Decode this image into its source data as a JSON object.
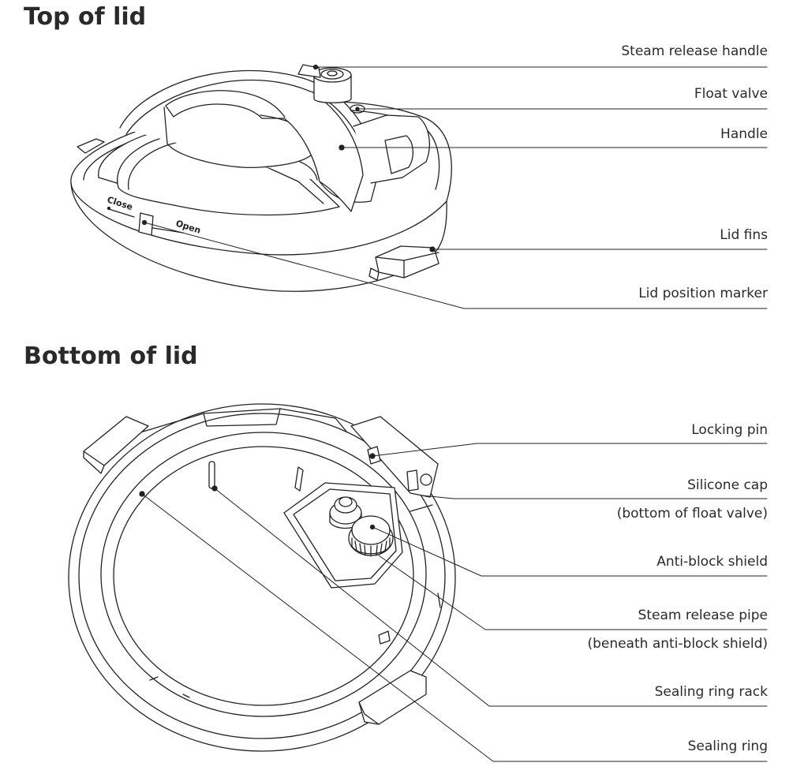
{
  "sections": {
    "top_title": "Top of lid",
    "bottom_title": "Bottom of lid"
  },
  "lid_text": {
    "close": "Close",
    "open": "Open"
  },
  "top_labels": {
    "steam_release_handle": "Steam release handle",
    "float_valve": "Float valve",
    "handle": "Handle",
    "lid_fins": "Lid fins",
    "lid_position_marker": "Lid position marker"
  },
  "bottom_labels": {
    "locking_pin": "Locking pin",
    "silicone_cap": "Silicone cap",
    "silicone_cap_note": "(bottom of float valve)",
    "anti_block_shield": "Anti-block shield",
    "steam_release_pipe": "Steam release pipe",
    "steam_release_pipe_note": "(beneath anti-block shield)",
    "sealing_ring_rack": "Sealing ring rack",
    "sealing_ring": "Sealing ring"
  }
}
